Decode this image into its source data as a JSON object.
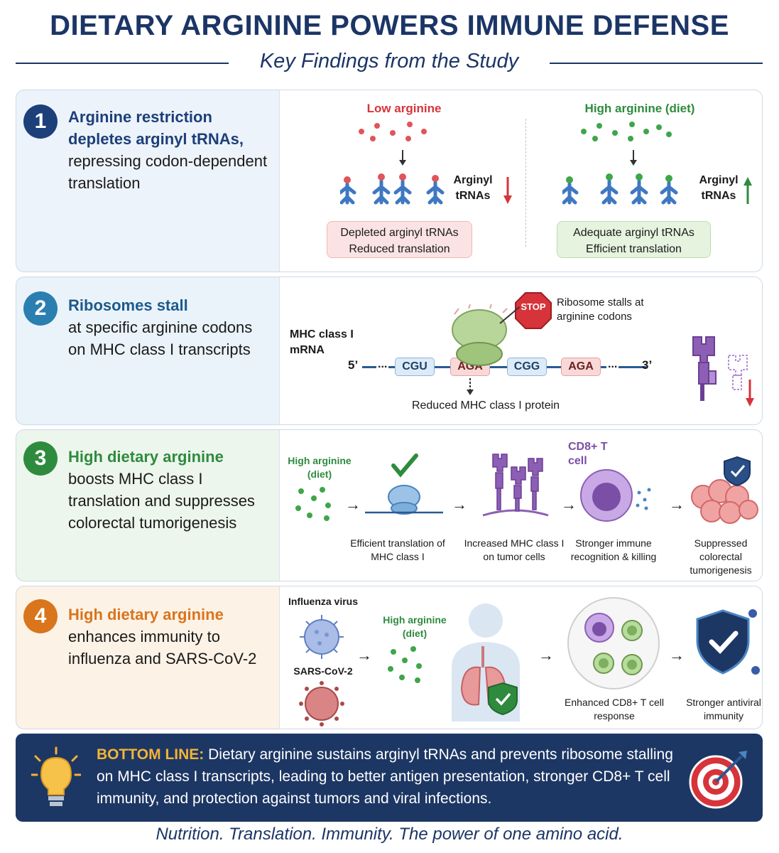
{
  "header": {
    "title": "DIETARY ARGININE POWERS IMMUNE DEFENSE",
    "subtitle": "Key Findings from the Study"
  },
  "panels": [
    {
      "number": "1",
      "bold": "Arginine restriction depletes arginyl tRNAs,",
      "text": "repressing codon-dependent translation",
      "low": {
        "heading": "Low arginine",
        "trna_label": "Arginyl tRNAs",
        "box_line1": "Depleted arginyl tRNAs",
        "box_line2": "Reduced translation"
      },
      "high": {
        "heading": "High arginine (diet)",
        "trna_label": "Arginyl tRNAs",
        "box_line1": "Adequate arginyl tRNAs",
        "box_line2": "Efficient translation"
      }
    },
    {
      "number": "2",
      "bold": "Ribosomes stall",
      "text": "at specific arginine codons on MHC class I transcripts",
      "mrna_label": "MHC class I mRNA",
      "five_prime": "5’",
      "three_prime": "3’",
      "ellipsis": "...",
      "codons": [
        "CGU",
        "AGA",
        "CGG",
        "AGA"
      ],
      "stop": "STOP",
      "stall_note": "Ribosome stalls at arginine codons",
      "result": "Reduced MHC class I protein"
    },
    {
      "number": "3",
      "bold": "High dietary arginine",
      "text": "boosts MHC class I translation and suppresses colorectal tumorigenesis",
      "diet_label": "High arginine (diet)",
      "tcell_label": "CD8+ T cell",
      "steps": [
        "Efficient translation of MHC class I",
        "Increased MHC class I on tumor cells",
        "Stronger immune recognition & killing",
        "Suppressed colorectal tumorigenesis"
      ]
    },
    {
      "number": "4",
      "bold": "High dietary arginine",
      "text": "enhances immunity to influenza and SARS-CoV-2",
      "virus1": "Influenza virus",
      "virus2": "SARS-CoV-2",
      "diet_label": "High arginine (diet)",
      "steps": [
        "Enhanced CD8+ T cell response",
        "Stronger antiviral immunity"
      ]
    }
  ],
  "bottom": {
    "label": "BOTTOM LINE:",
    "text": "Dietary arginine sustains arginyl tRNAs and prevents ribosome stalling on MHC class I transcripts, leading to better antigen presentation, stronger CD8+ T cell immunity, and protection against tumors and viral infections."
  },
  "footer": "Nutrition. Translation. Immunity. The power of one amino acid.",
  "colors": {
    "navy": "#1b3566",
    "panel1": "#1d3f7a",
    "panel2": "#2a7fb0",
    "panel3": "#2e8b3e",
    "panel4": "#d9751c",
    "low_red": "#d6343a",
    "high_green": "#2e8b3e"
  }
}
